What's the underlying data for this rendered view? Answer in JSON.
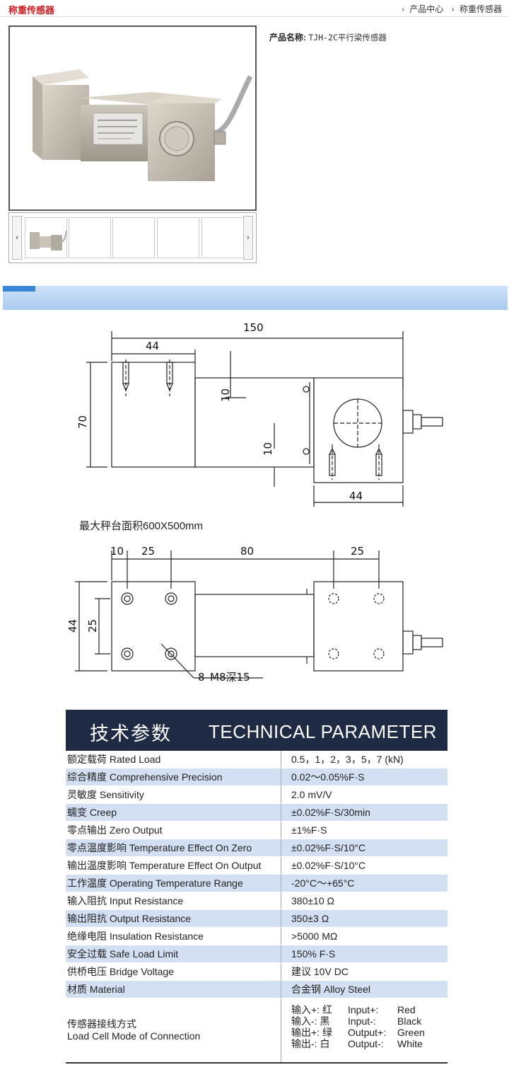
{
  "header": {
    "title": "称重传感器",
    "breadcrumb": [
      "产品中心",
      "称重传感器"
    ]
  },
  "product": {
    "name_label": "产品名称:",
    "name_value": "TJH-2C平行梁传感器"
  },
  "gallery": {
    "prev_label": "‹",
    "next_label": "›"
  },
  "drawing": {
    "dim_150": "150",
    "dim_44_top": "44",
    "dim_10_a": "10",
    "dim_70": "70",
    "dim_10_b": "10",
    "dim_44_right": "44",
    "caption": "最大秤台面积600X500mm",
    "dim_10": "10",
    "dim_25_a": "25",
    "dim_80": "80",
    "dim_25_b": "25",
    "dim_44_left": "44",
    "dim_25_v": "25",
    "thread": "8–M8深15"
  },
  "params": {
    "title_cn": "技术参数",
    "title_en": "TECHNICAL PARAMETER",
    "rows": [
      {
        "label": "额定载荷 Rated Load",
        "value": "0.5，1，2，3，5，7 (kN)"
      },
      {
        "label": "综合精度 Comprehensive Precision",
        "value": "0.02～0.05%F·S"
      },
      {
        "label": "灵敏度 Sensitivity",
        "value": "2.0 mV/V"
      },
      {
        "label": "蠕变 Creep",
        "value": "±0.02%F·S/30min"
      },
      {
        "label": "零点输出 Zero Output",
        "value": "±1%F·S"
      },
      {
        "label": "零点温度影响 Temperature Effect On Zero",
        "value": "±0.02%F·S/10°C"
      },
      {
        "label": "输出温度影响 Temperature Effect On Output",
        "value": "±0.02%F·S/10°C"
      },
      {
        "label": "工作温度 Operating Temperature Range",
        "value": "-20°C～+65°C"
      },
      {
        "label": "输入阻抗 Input Resistance",
        "value": "380±10 Ω"
      },
      {
        "label": "输出阻抗 Output Resistance",
        "value": "350±3 Ω"
      },
      {
        "label": "绝缘电阻 Insulation Resistance",
        "value": ">5000 MΩ"
      },
      {
        "label": "安全过载 Safe Load Limit",
        "value": "150% F·S"
      },
      {
        "label": "供桥电压 Bridge Voltage",
        "value": "建议 10V DC"
      },
      {
        "label": "材质 Material",
        "value": "合金钢 Alloy Steel"
      }
    ],
    "connection": {
      "label_cn": "传感器接线方式",
      "label_en": "Load Cell Mode of Connection",
      "wires": [
        {
          "cn": "输入+: 红",
          "en": "Input+:",
          "color": "Red"
        },
        {
          "cn": "输入-: 黑",
          "en": "Input-:",
          "color": "Black"
        },
        {
          "cn": "输出+: 绿",
          "en": "Output+:",
          "color": "Green"
        },
        {
          "cn": "输出-: 白",
          "en": "Output-:",
          "color": "White"
        }
      ]
    }
  }
}
